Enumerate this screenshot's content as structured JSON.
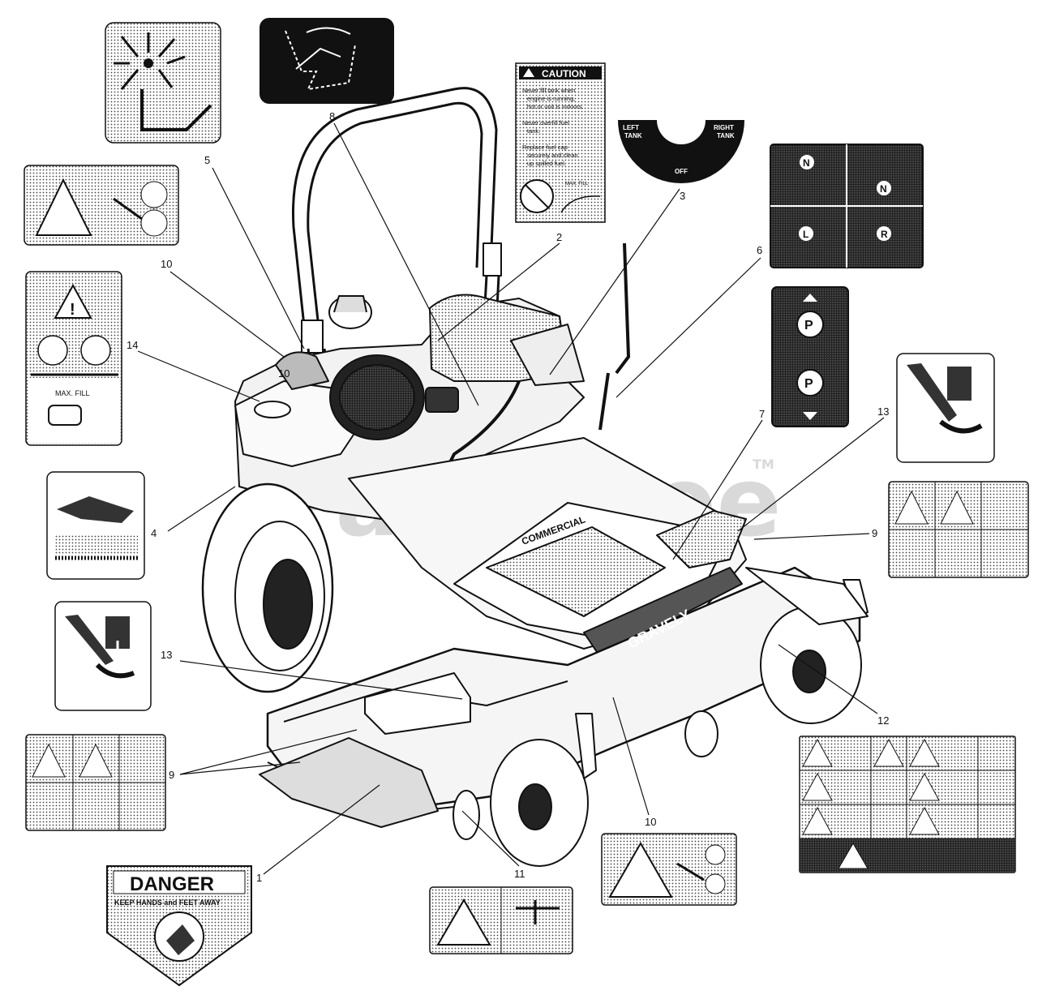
{
  "watermark": "PartsTree",
  "trademark": "TM",
  "brand": {
    "deck_text": "COMMERCIAL",
    "hood_text": "GRAVELY"
  },
  "callouts": [
    "1",
    "2",
    "3",
    "4",
    "5",
    "6",
    "7",
    "8",
    "9",
    "9",
    "10",
    "10",
    "10",
    "11",
    "12",
    "13",
    "13",
    "14"
  ],
  "decals": {
    "caution": {
      "heading": "CAUTION",
      "lines": [
        "Never fill tank when",
        "engine is running,",
        "hot or unit is indoors.",
        "Never overfill fuel",
        "tank.",
        "Replace fuel cap",
        "securely and clean",
        "up spilled fuel."
      ],
      "max_fill": "MAX. FILL"
    },
    "fuel_selector": {
      "left": "LEFT",
      "left2": "TANK",
      "right": "RIGHT",
      "right2": "TANK",
      "off": "OFF"
    },
    "oil_fill": {
      "label": "MAX. FILL"
    },
    "neutral_grid": {
      "n1": "N",
      "n2": "N",
      "l": "L",
      "r": "R"
    },
    "parking": {
      "p1": "P",
      "p2": "P"
    },
    "danger": {
      "heading": "DANGER",
      "sub": "KEEP HANDS and FEET AWAY"
    }
  },
  "colors": {
    "ink": "#111111",
    "panel": "#1a1a1a",
    "watermark": "#d9d9d9",
    "paper": "#ffffff"
  }
}
